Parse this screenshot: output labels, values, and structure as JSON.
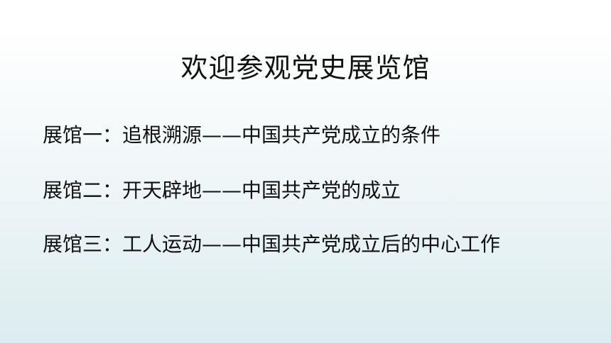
{
  "slide": {
    "title": "欢迎参观党史展览馆",
    "halls": [
      {
        "text": "展馆一：追根溯源——中国共产党成立的条件"
      },
      {
        "text": "展馆二：开天辟地——中国共产党的成立"
      },
      {
        "text": "展馆三：工人运动——中国共产党成立后的中心工作"
      }
    ]
  }
}
